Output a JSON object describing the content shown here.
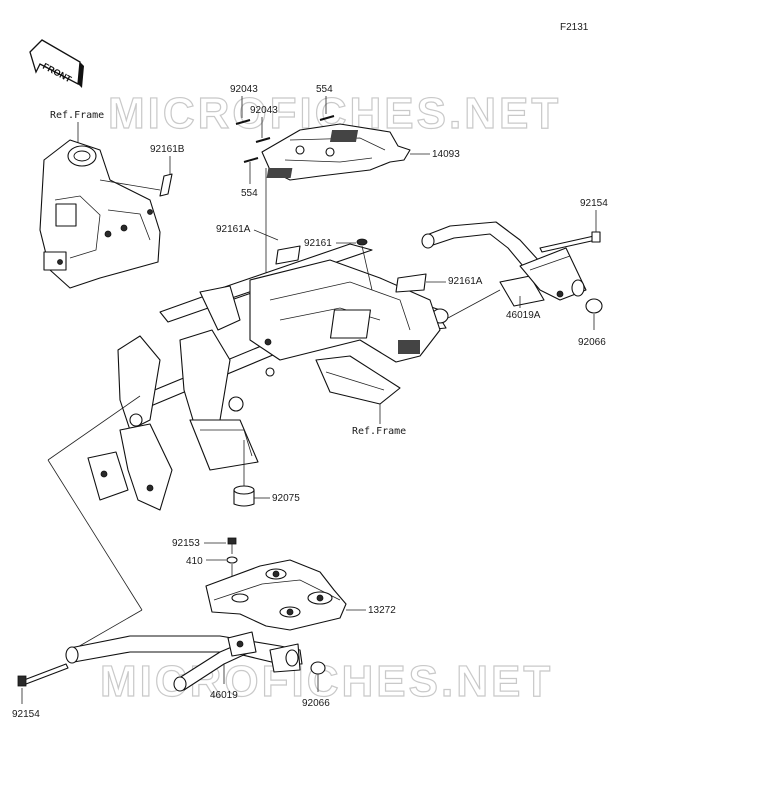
{
  "figure_code": "F2131",
  "front_label": "FRONT",
  "watermark": "MICROFICHES.NET",
  "labels": {
    "ref_frame_top": "Ref.Frame",
    "ref_frame_mid": "Ref.Frame",
    "p92043_a": "92043",
    "p92043_b": "92043",
    "p554_a": "554",
    "p554_b": "554",
    "p14093": "14093",
    "p92161b": "92161B",
    "p92161a_left": "92161A",
    "p92161": "92161",
    "p92161a_right": "92161A",
    "p92154_top": "92154",
    "p46019a": "46019A",
    "p92066_top": "92066",
    "p92075": "92075",
    "p92153": "92153",
    "p410": "410",
    "p13272": "13272",
    "p92154_bottom": "92154",
    "p46019": "46019",
    "p92066_bottom": "92066"
  }
}
